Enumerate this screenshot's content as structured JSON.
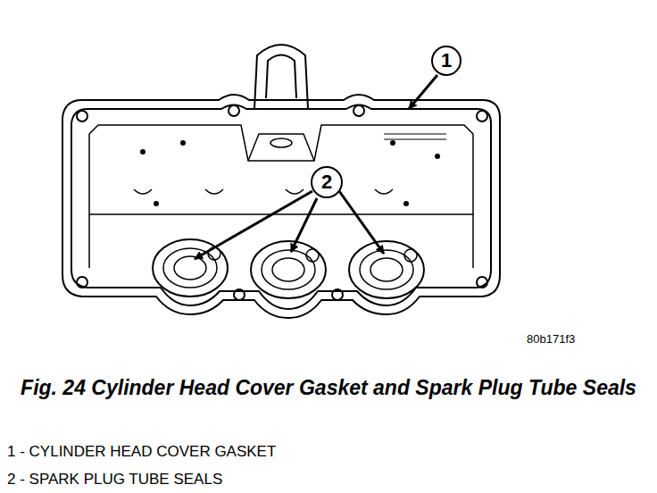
{
  "diagram": {
    "caption": "Fig. 24 Cylinder Head Cover Gasket and Spark Plug Tube Seals",
    "nodes": [
      {
        "text": [
          "1"
        ]
      },
      {
        "text": [
          "2"
        ]
      }
    ],
    "labels": [
      "80b171f3",
      "1 - CYLINDER HEAD COVER GASKET",
      "2 - SPARK PLUG TUBE SEALS"
    ]
  }
}
